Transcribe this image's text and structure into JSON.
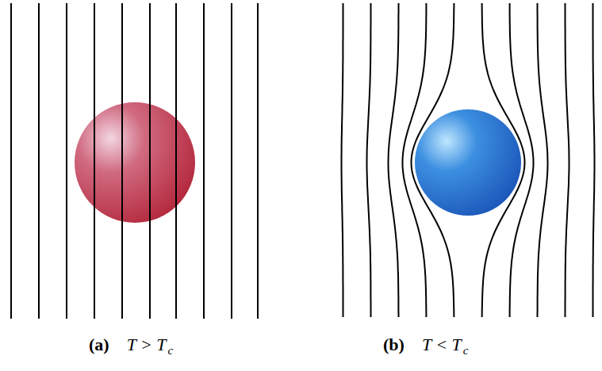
{
  "diagram": {
    "labels": [
      "(a)",
      "T > T",
      "c",
      "(b)",
      "T < T",
      "c"
    ]
  }
}
